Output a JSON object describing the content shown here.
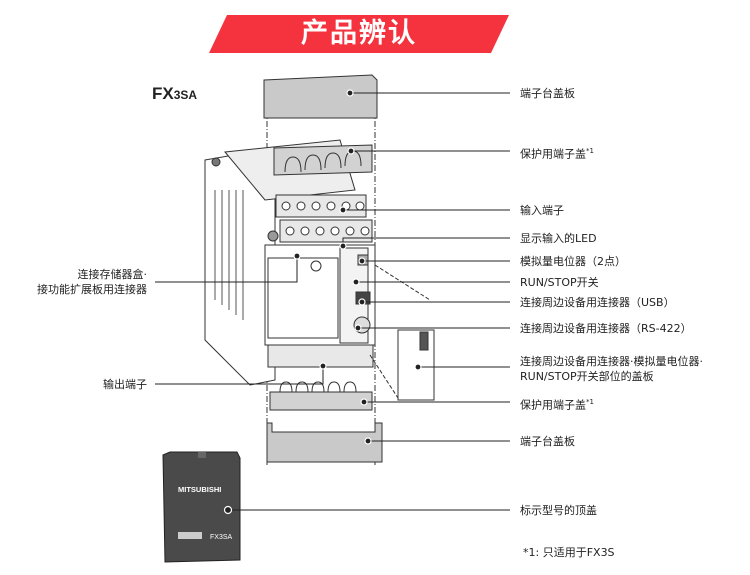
{
  "header": {
    "title": "产品辨认",
    "accent_color": "#f5333f"
  },
  "model": {
    "prefix": "FX",
    "suffix": "3SA"
  },
  "labels": {
    "top_terminal_cover": "端子台盖板",
    "top_protect_cover": "保护用端子盖",
    "top_protect_cover_note": "*1",
    "input_terminal": "输入端子",
    "input_led": "显示输入的LED",
    "analog_pot": "模拟量电位器（2点）",
    "run_stop": "RUN/STOP开关",
    "usb_connector": "连接周边设备用连接器（USB）",
    "rs422_connector": "连接周边设备用连接器（RS-422）",
    "cover_line1": "连接周边设备用连接器·模拟量电位器·",
    "cover_line2": "RUN/STOP开关部位的盖板",
    "bottom_protect_cover": "保护用端子盖",
    "bottom_protect_cover_note": "*1",
    "bottom_terminal_cover": "端子台盖板",
    "top_lid": "标示型号的顶盖",
    "memory_line1": "连接存储器盒·",
    "memory_line2": "接功能扩展板用连接器",
    "output_terminal": "输出端子"
  },
  "lid": {
    "brand": "MITSUBISHI",
    "model": "FX3SA"
  },
  "footnote": "*1: 只适用于FX3S"
}
